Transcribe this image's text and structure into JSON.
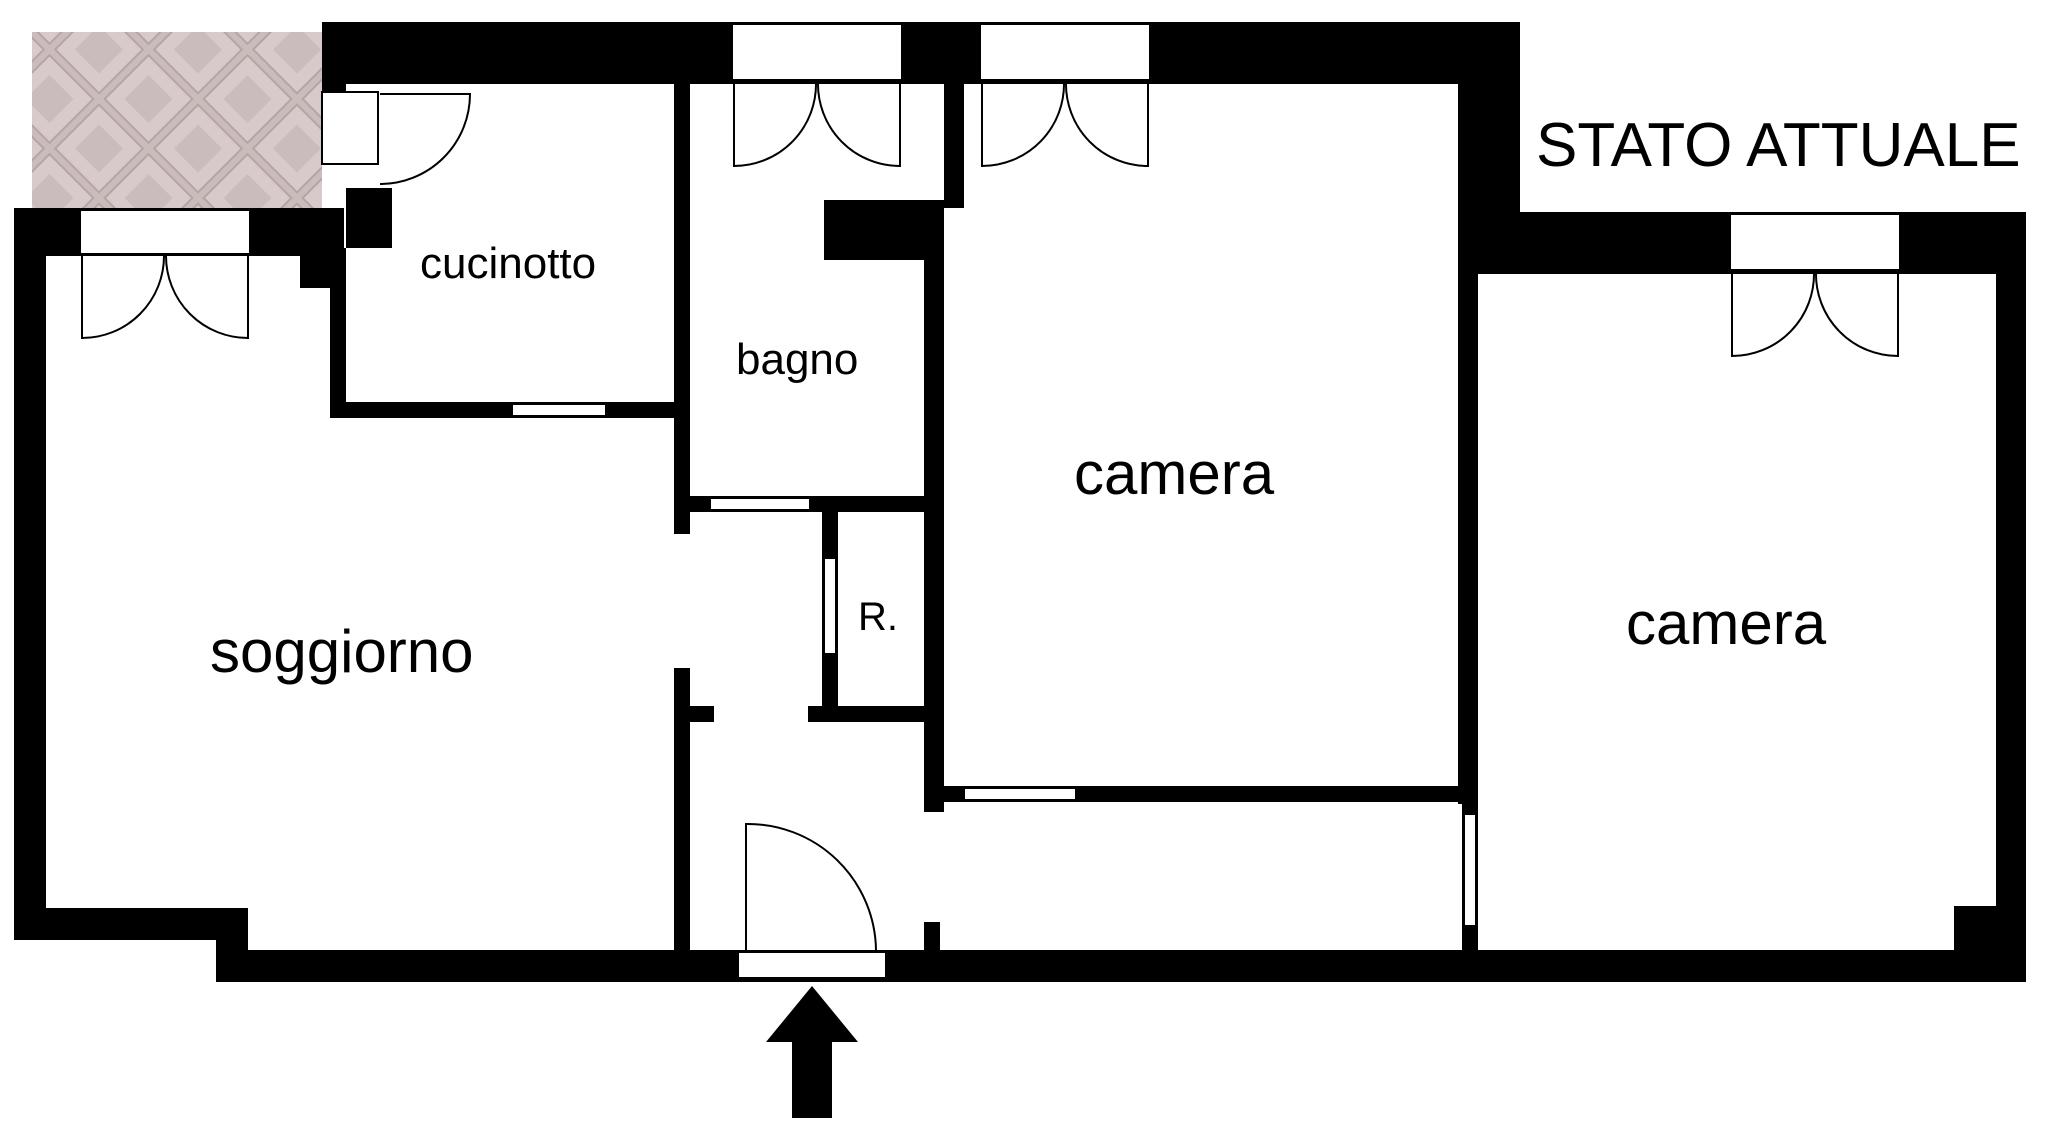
{
  "title": "STATO ATTUALE",
  "rooms": {
    "cucinotto": "cucinotto",
    "bagno": "bagno",
    "camera_1": "camera",
    "camera_2": "camera",
    "soggiorno": "soggiorno",
    "ripostiglio": "R."
  },
  "colors": {
    "wall": "#000000",
    "background": "#ffffff",
    "balcony_tile": "#c9b8b8"
  },
  "icons": {
    "entrance": "entrance-arrow-icon"
  }
}
